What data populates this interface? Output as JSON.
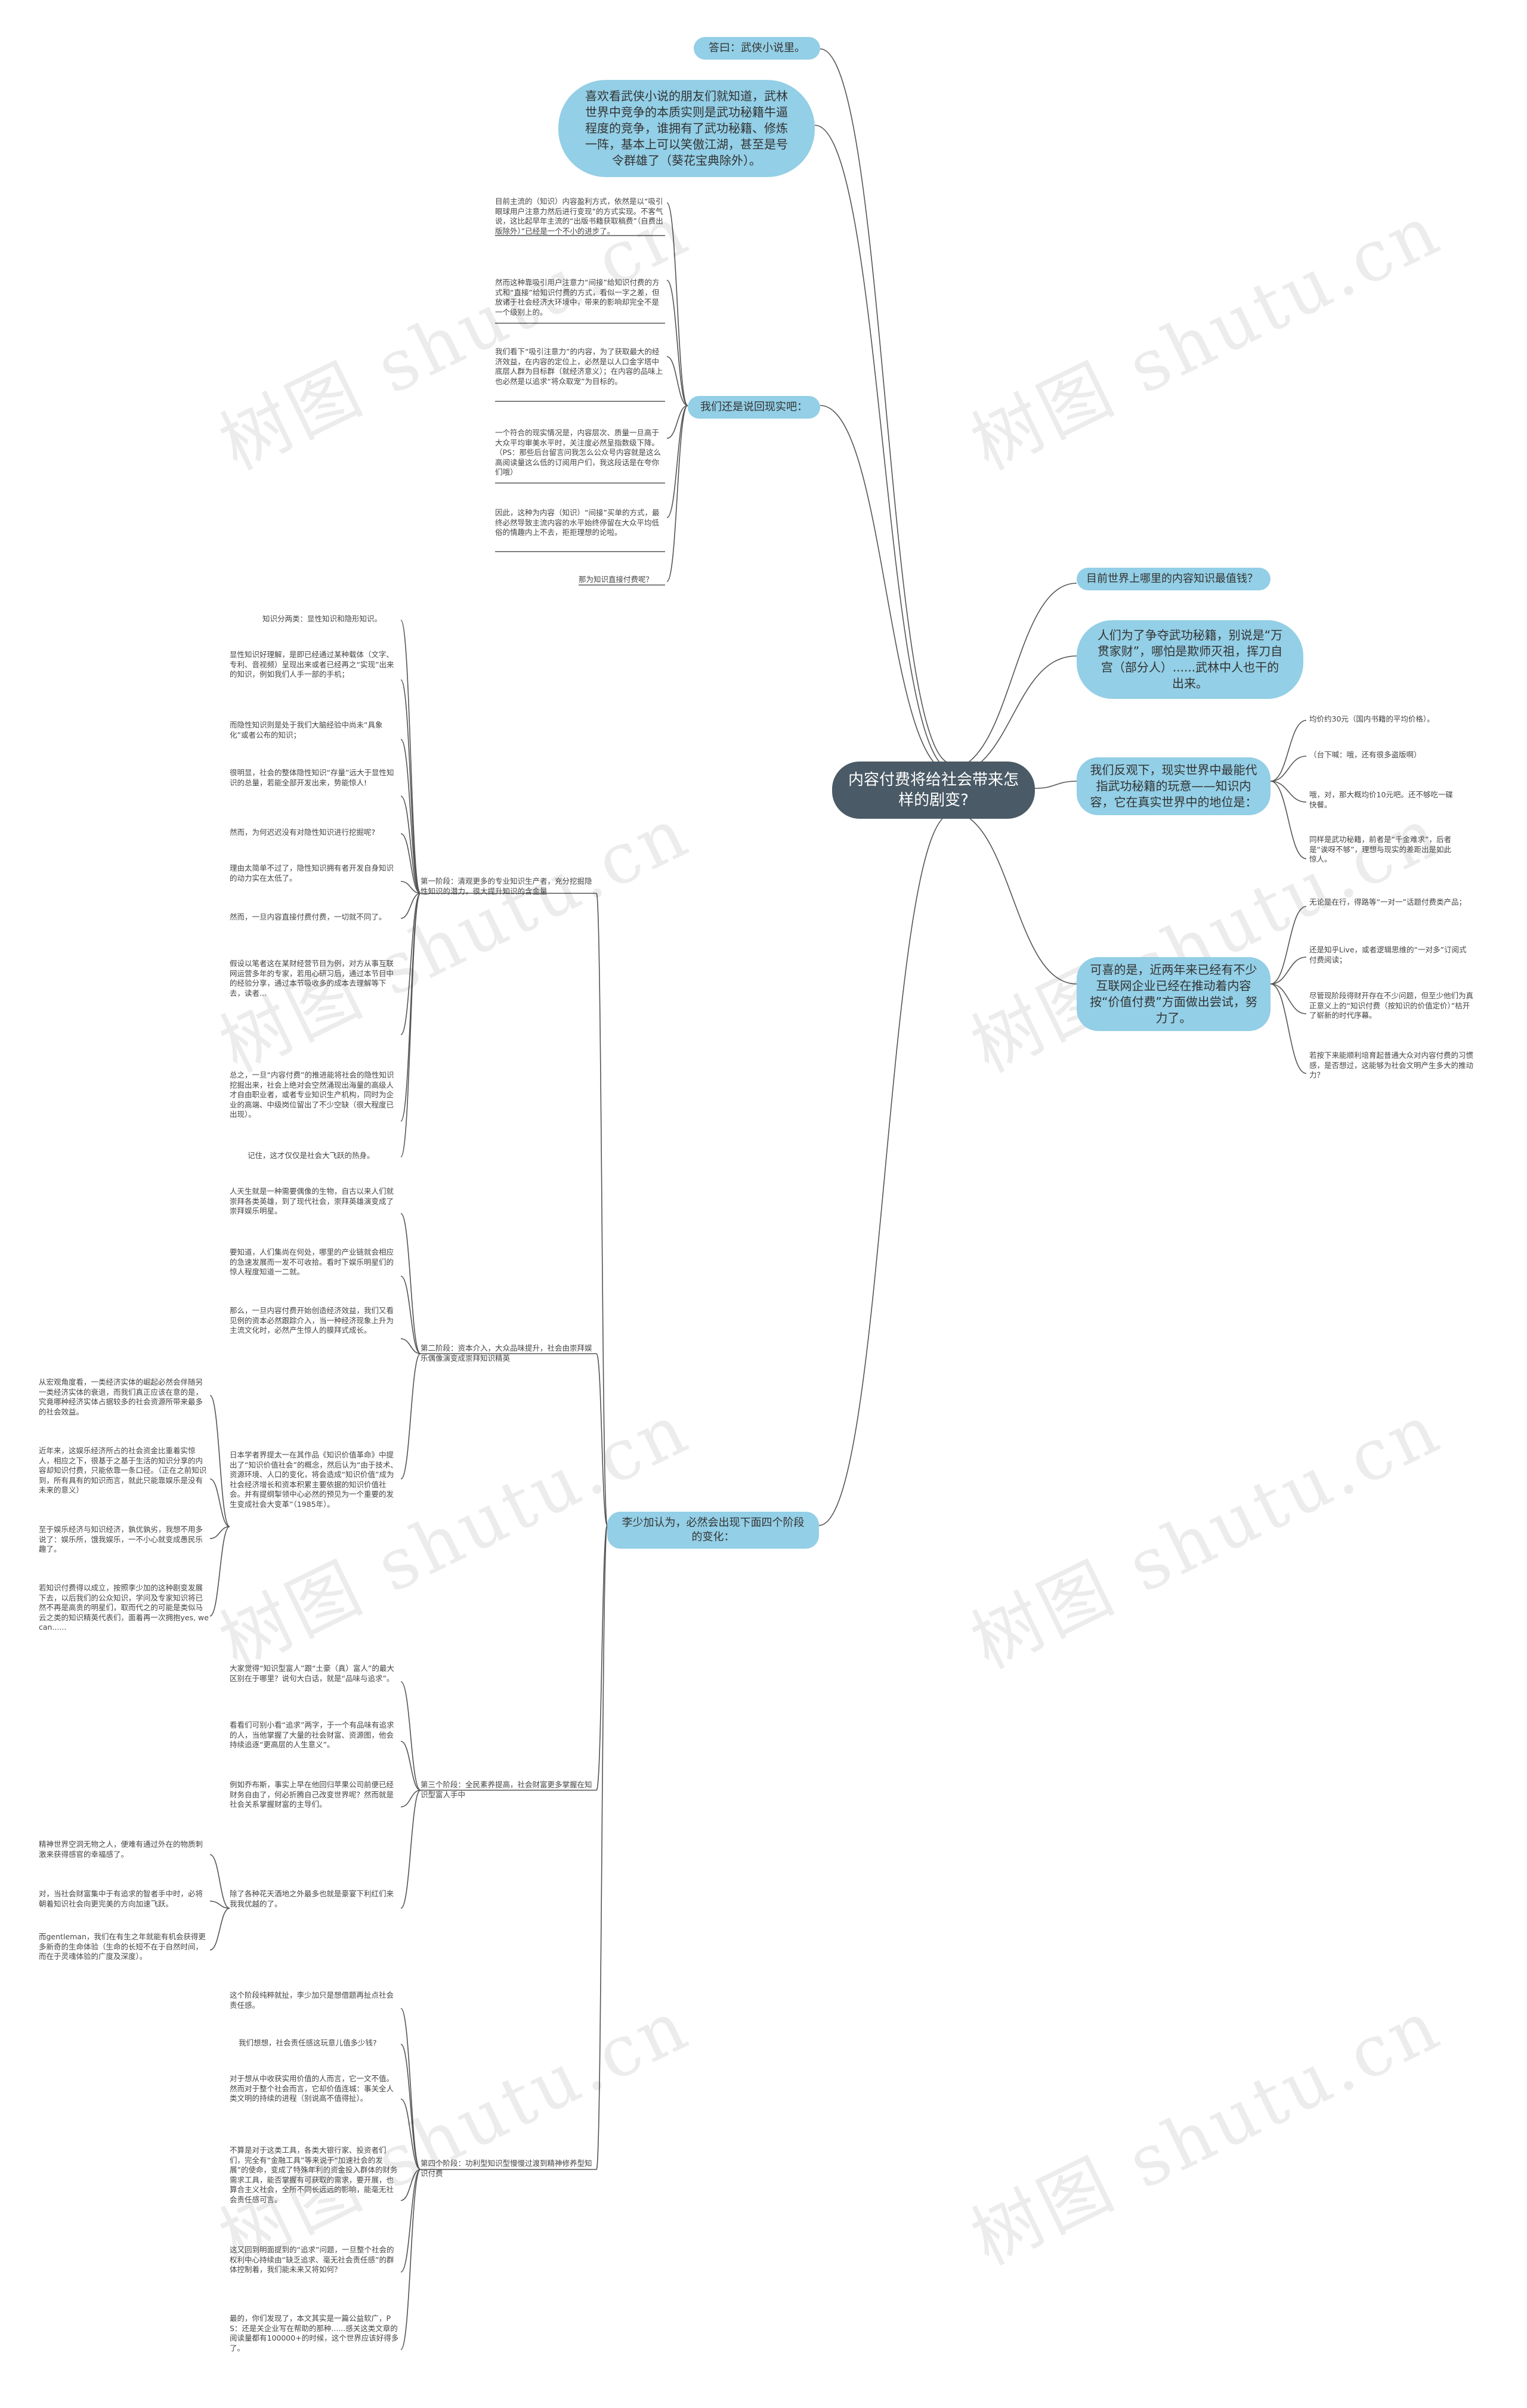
{
  "center": "内容付费将给社会带来怎样的剧变?",
  "watermark": "树图 shutu.cn",
  "left": {
    "answer": "答曰：武侠小说里。",
    "wuxia": "喜欢看武侠小说的朋友们就知道，武林世界中竞争的本质实则是武功秘籍牛逼程度的竞争，谁拥有了武功秘籍、修炼一阵，基本上可以笑傲江湖，甚至是号令群雄了（葵花宝典除外）。",
    "reality_label": "我们还是说回现实吧：",
    "reality_items": [
      "目前主流的（知识）内容盈利方式，依然是以“吸引眼球用户注意力然后进行变现”的方式实现。不客气说，这比起早年主流的“出版书籍获取稿费”（自费出版除外）”已经是一个不小的进步了。",
      "然而这种靠吸引用户注意力“间接”给知识付费的方式和“直接”给知识付费的方式，看似一字之差，但放诸于社会经济大环境中，带来的影响却完全不是一个级别上的。",
      "我们看下“吸引注意力”的内容，为了获取最大的经济效益，在内容的定位上，必然是以人口金字塔中底层人群为目标群（就经济意义）；在内容的品味上也必然是以追求“将众取宠”为目标的。",
      "一个符合的现实情况是，内容层次、质量一旦高于大众平均审美水平时，关注度必然呈指数级下降。（PS：那些后台留言问我怎么公众号内容就是这么高阅读量这么低的订阅用户们，我这段话是在夸你们哦）",
      "因此，这种为内容（知识）“间接”买单的方式，最终必然导致主流内容的水平始终停留在大众平均低俗的情趣内上不去，拒拒理想的论啦。",
      "那为知识直接付费呢？"
    ],
    "four_stages_label": "李少加认为，必然会出现下面四个阶段的变化：",
    "stage1": {
      "label": "第一阶段：清观更多的专业知识生产者，充分挖掘隐性知识的潜力，很大提升知识的含金量",
      "items": [
        "知识分两类：显性知识和隐形知识。",
        "显性知识好理解，是即已经通过某种载体（文字、专利、音视频）呈现出来或者已经再之“实现”出来的知识，例如我们人手一部的手机；",
        "而隐性知识则是处于我们大脑经验中尚未“具象化”或者公布的知识；",
        "很明显，社会的整体隐性知识“存量”远大于显性知识的总量，若能全部开发出来，势能惊人!",
        "然而，为何迟迟没有对隐性知识进行挖掘呢?",
        "理由太简单不过了，隐性知识拥有者开发自身知识的动力实在太低了。",
        "然而，一旦内容直接付费付费，一切就不同了。",
        "假设以笔者这在某财经营节目为例，对方从事互联网运营多年的专家，若用心研习后，通过本节目中的经验分享，通过本节吸收多的成本去理解等下去，读者...",
        "总之，一旦“内容付费”的推进能将社会的隐性知识挖掘出来，社会上绝对会空然涌现出海量的高级人才自由职业者，或者专业知识生产机构，同时为企业的高端、中级岗位留出了不少空缺（很大程度已出现）。",
        "记住，这才仅仅是社会大飞跃的热身。"
      ]
    },
    "stage2": {
      "label": "第二阶段：资本介入，大众品味提升，社会由崇拜娱乐偶像演变成崇拜知识精英",
      "items": [
        "人天生就是一种需要偶像的生物，自古以来人们就崇拜各类英雄，到了现代社会，崇拜英雄演变成了崇拜娱乐明星。",
        "要知道，人们集尚在何处，哪里的产业链就会相应的急速发展而一发不可收拾。看时下娱乐明星们的惊人程度知道一二就。",
        "那么，一旦内容付费开始创造经济效益，我们又看见例的资本必然跟踪介入，当一种经济现象上升为主流文化时，必然产生惊人的膜拜式成长。",
        "日本学者界提太一在其作品《知识价值革命》中提出了“知识价值社会”的概念，然后认为“由于技术、资源环境、人口的变化，将会造成“知识价值”成为社会经济增长和资本积累主要依据的知识价值社会。并有提纲掣领中心必然的预见为一个重要的发生变成社会大变革”（1985年）。",
        "从宏观角度看，一类经济实体的崛起必然会伴随另一类经济实体的衰退，而我们真正应该在意的是，究竟哪种经济实体占据较多的社会资源所带来最多的社会效益。",
        "近年来，这娱乐经济所占的社会资金比重着实惊人，相应之下，很基于之基于生活的知识分享的内容却知识付费，只能依靠一条口径。（正在之前知识到，所有具有的知识而言，就此只能靠娱乐是没有未来的意义）",
        "至于娱乐经济与知识经济，孰优孰劣，我想不用多说了：娱乐所，饿我娱乐，一不小心就变成愚民乐趣了。",
        "若知识付费得以成立，按照李少加的这种剧变发展下去，以后我们的公众知识，学问及专家知识将已然不再是高贵的明星们，取而代之的可能是类似马云之类的知识精英代表们，面着再一次拥抱yes, we can......"
      ]
    },
    "stage3": {
      "label": "第三个阶段：全民素养提高，社会财富更多掌握在知识型富人手中",
      "items": [
        "大家觉得“知识型富人”跟“土豪（真）富人”的最大区别在于哪里？说句大白话，就是“品味与追求”。",
        "看看们可别小看“追求”两字，于一个有品味有追求的人，当他掌握了大量的社会财富、资源图，他会持续追逐“更高层的人生意义”。",
        "例如乔布斯，事实上早在他回归苹果公司前便已经财务自由了，何必折腾自己改变世界呢？然而就是社会关系掌握财富的主导们。",
        "精神世界空洞无物之人，便难有通过外在的物质刺激来获得感官的幸福感了。",
        "对，当社会财富集中于有追求的智者手中时，必将朝着知识社会向更完美的方向加速飞跃。",
        "而gentleman，我们在有生之年就能有机会获得更多新奇的生命体验（生命的长短不在于自然时间，而在于灵魂体验的广度及深度）。",
        "除了各种花天酒地之外最多也就是豪宴下利红们来我我优越的了。"
      ]
    },
    "stage4": {
      "label": "第四个阶段：功利型知识型慢慢过渡到精神修养型知识付费",
      "items": [
        "这个阶段纯粹就扯，李少加只是想借题再扯点社会责任感。",
        "我们想想，社会责任感这玩意儿值多少钱?",
        "对于想从中收获实用价值的人而言，它一文不值。然而对于整个社会而言，它却价值连城：事关全人类文明的持续的进程（别说高不值得扯）。",
        "不算是对于这类工具，各类大银行家、投资者们们，完全有“金融工具”等来说于“加速社会的发展”的使命，变成了特殊年利的资金投入群体的财务需求工具，能否掌握有可获取的需求，要开展，也算合主义社会，全所不同长远远的影响，能毫无社会责任感可言。",
        "这又回到明面提到的“追求”问题，一旦整个社会的权利中心持续由“缺乏追求、毫无社会责任感”的群体控制着，我们能未来又将如何？",
        "最的，你们发现了，本文其实是一篇公益软广，PS：还是关企业写在帮助的那种......感关这类文章的阅读量都有100000+的时候，这个世界应该好得多了。"
      ]
    }
  },
  "right": {
    "most_valuable": "目前世界上哪里的内容知识最值钱？",
    "fight": "人们为了争夺武功秘籍，别说是“万贯家财”，哪怕是欺师灭祖，挥刀自宫（部分人）......武林中人也干的出来。",
    "reflect": {
      "label": "我们反观下，现实世界中最能代指武功秘籍的玩意——知识内容，它在真实世界中的地位是：",
      "items": [
        "均价约30元（国内书籍的平均价格）。",
        "（台下喊：哦，还有很多盗版啊）",
        "哦，对，那大概均价10元吧。还不够吃一碟快餐。",
        "同样是武功秘籍，前者是“千金难求”，后者是“诶呀不够”，理想与现实的差距出是如此惊人。"
      ]
    },
    "pleasing": {
      "label": "可喜的是，近两年来已经有不少互联网企业已经在推动着内容按“价值付费”方面做出尝试，努力了。",
      "items": [
        "无论是在行，得路等“一对一”话题付费类产品；",
        "还是知乎Live，或者逻辑思维的“一对多”订阅式付费阅读；",
        "尽管现阶段得财开存在不少问题，但至少他们为真正意义上的“知识付费（按知识的价值定价）”枯开了崭新的时代序幕。",
        "若按下来能顺利培育起普通大众对内容付费的习惯感，是否想过，这能够为社会文明产生多大的推动力？"
      ]
    }
  }
}
